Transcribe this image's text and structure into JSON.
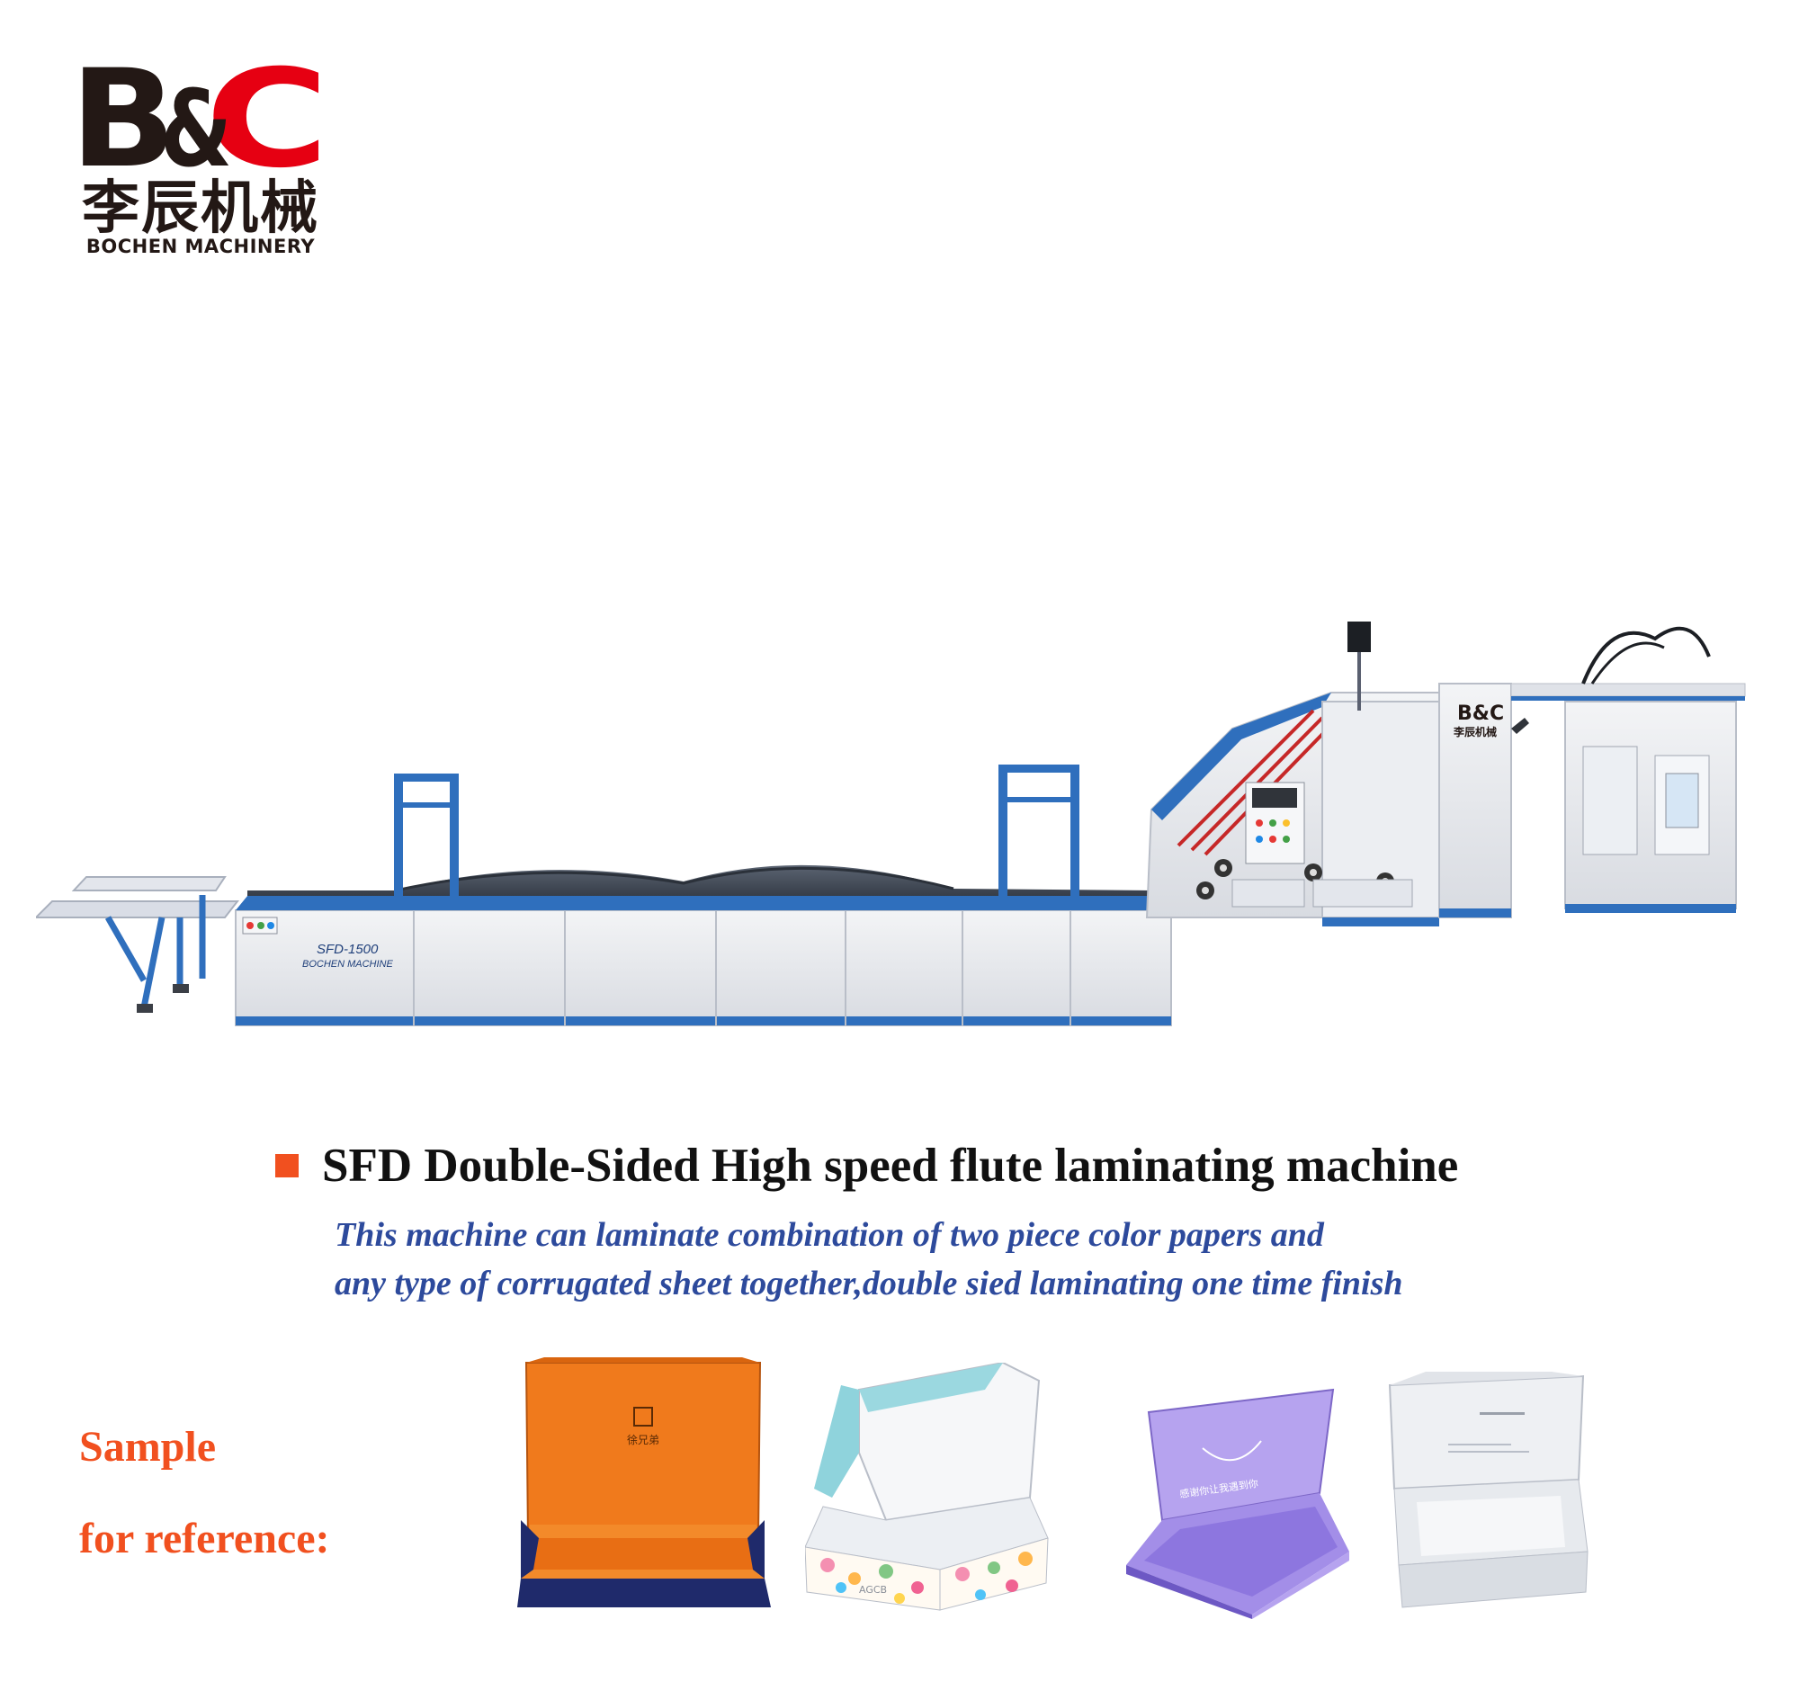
{
  "brand": {
    "mark_b": "B",
    "mark_amp": "&",
    "mark_c": "C",
    "cn_name": "李辰机械",
    "en_name": "BOCHEN MACHINERY",
    "colors": {
      "dark": "#231815",
      "red": "#e60012"
    }
  },
  "machine": {
    "model_plate": "SFD-1500",
    "maker_plate": "BOCHEN MACHINE",
    "badge_mark": "B&C",
    "badge_cn": "李辰机械",
    "colors": {
      "body": "#e9ebef",
      "accent": "#2f6fbd",
      "belt": "#4a5563"
    }
  },
  "headline": {
    "bullet_color": "#f1501f",
    "title": "SFD Double-Sided High speed flute laminating machine"
  },
  "description": {
    "line1": "This machine can laminate combination of two piece color papers and",
    "line2": "any type of corrugated sheet together,double sied laminating one time finish"
  },
  "samples": {
    "label_line1": "Sample",
    "label_line2": "for reference:",
    "items": [
      {
        "name": "orange-box",
        "brand_text": "徐兄弟"
      },
      {
        "name": "floral-box",
        "brand_text": "AGCB"
      },
      {
        "name": "purple-box",
        "brand_text": "感谢你让我遇到你"
      },
      {
        "name": "white-box",
        "brand_text": ""
      }
    ]
  }
}
